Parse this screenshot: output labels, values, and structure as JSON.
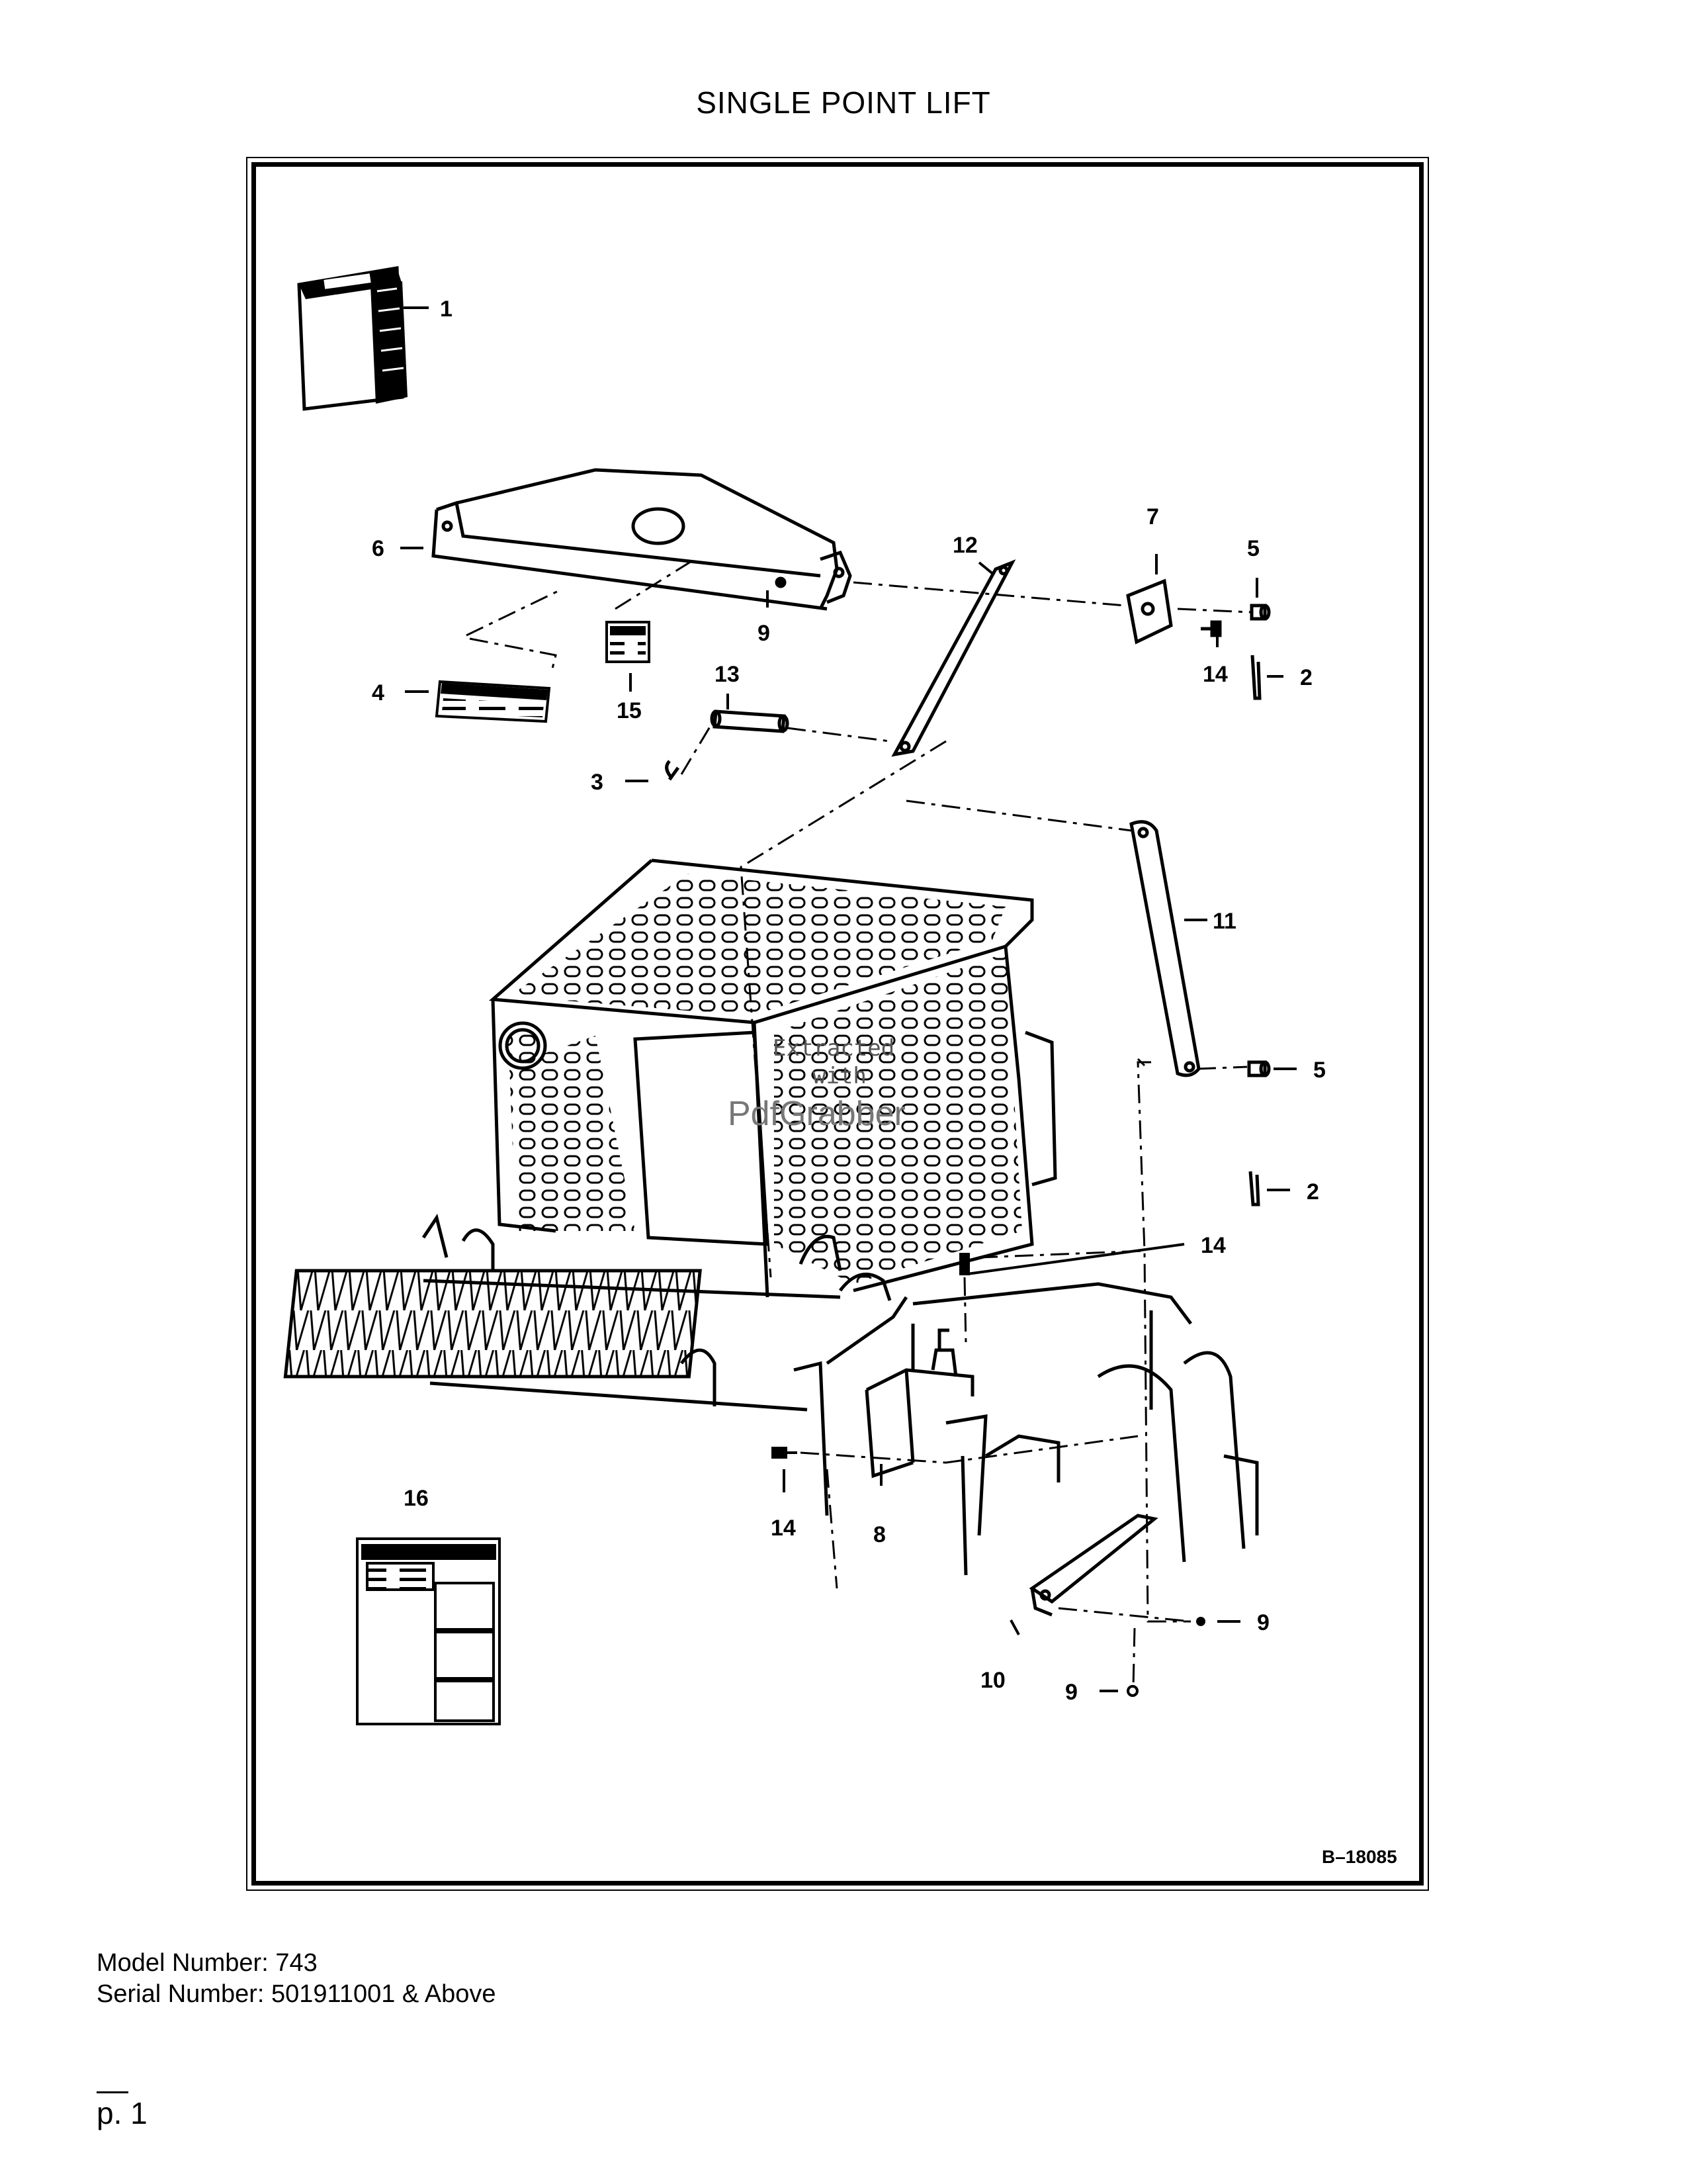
{
  "page": {
    "title": "SINGLE POINT LIFT",
    "figure_code": "B–18085",
    "model_number": "Model Number: 743",
    "serial_number": "Serial Number: 501911001 & Above",
    "page_number": "p. 1"
  },
  "watermark": {
    "line1": "Extracted",
    "line2": "with",
    "line3": "PdfGrabber"
  },
  "callouts": {
    "c1": "1",
    "c2a": "2",
    "c2b": "2",
    "c3": "3",
    "c4": "4",
    "c5a": "5",
    "c5b": "5",
    "c6": "6",
    "c7": "7",
    "c8": "8",
    "c9a": "9",
    "c9b": "9",
    "c9c": "9",
    "c10": "10",
    "c11": "11",
    "c12": "12",
    "c13": "13",
    "c14a": "14",
    "c14b": "14",
    "c14c": "14",
    "c15": "15",
    "c16": "16"
  },
  "colors": {
    "ink": "#000000",
    "paper": "#ffffff",
    "watermark": "#666666"
  }
}
